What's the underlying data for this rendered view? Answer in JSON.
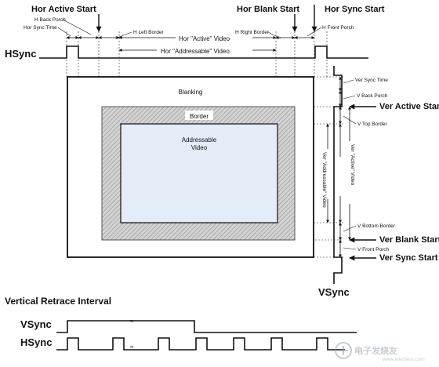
{
  "top_labels": {
    "hor_active_start": "Hor Active Start",
    "hor_blank_start": "Hor Blank Start",
    "hor_sync_start": "Hor Sync Start",
    "h_back_porch": "H Back Porch",
    "hor_sync_time": "Hor Sync Time",
    "h_left_border": "H Left Border",
    "hor_active_video": "Hor \"Active\" Video",
    "h_right_border": "H Right Border",
    "h_front_porch": "H Front Porch",
    "hor_addressable_video": "Hor \"Addressable\" Video",
    "hsync": "HSync"
  },
  "regions": {
    "blanking": "Blanking",
    "border": "Border",
    "addressable_line1": "Addressable",
    "addressable_line2": "Video"
  },
  "right_labels": {
    "ver_sync_time": "Ver Sync Time",
    "v_back_porch": "V Back Porch",
    "ver_active_start": "Ver Active Start",
    "v_top_border": "V Top Border",
    "ver_addressable_video": "Ver \"Addressable\" Video",
    "ver_active_video": "Ver \"Active\" Video",
    "v_bottom_border": "V Bottom Border",
    "ver_blank_start": "Ver Blank Start",
    "v_front_porch": "V Front Porch",
    "ver_sync_start": "Ver Sync Start",
    "vsync": "VSync"
  },
  "retrace": {
    "title": "Vertical Retrace Interval",
    "vsync": "VSync",
    "hsync": "HSync",
    "break_mark": "≈"
  },
  "watermark": {
    "line1": "电子发烧友",
    "line2": "www.elecfans.com"
  },
  "colors": {
    "line": "#111111",
    "video_fill": "#e3ecf7",
    "hatch": "#9a9a9a"
  }
}
